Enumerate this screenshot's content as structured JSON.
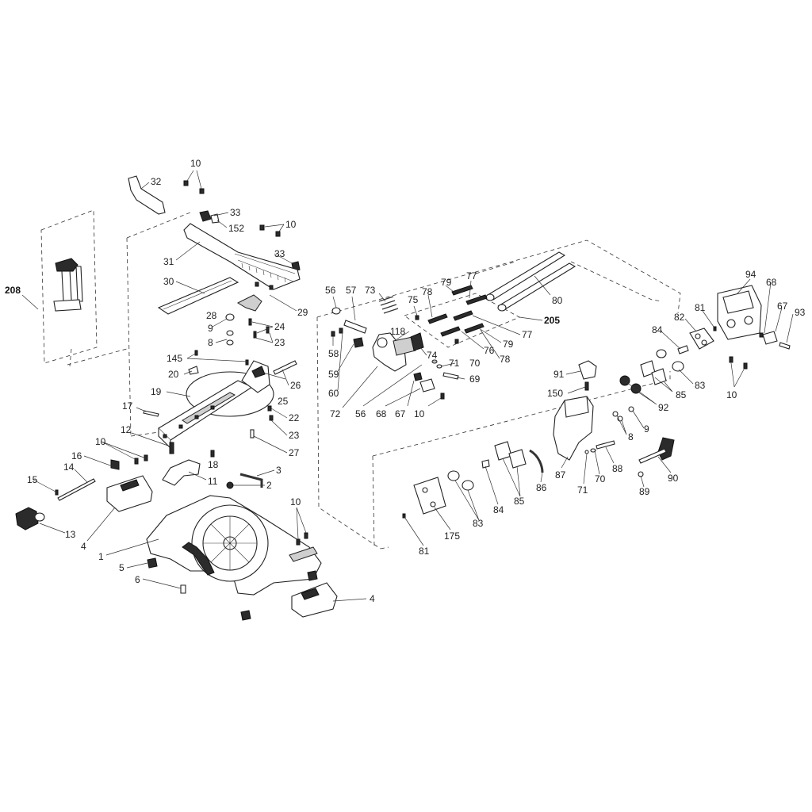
{
  "diagram": {
    "labels": [
      {
        "id": "p10a",
        "text": "10"
      },
      {
        "id": "p32",
        "text": "32"
      },
      {
        "id": "p33a",
        "text": "33"
      },
      {
        "id": "p152",
        "text": "152"
      },
      {
        "id": "p10b",
        "text": "10"
      },
      {
        "id": "p33b",
        "text": "33"
      },
      {
        "id": "p31",
        "text": "31"
      },
      {
        "id": "p30",
        "text": "30"
      },
      {
        "id": "p29",
        "text": "29"
      },
      {
        "id": "p28",
        "text": "28"
      },
      {
        "id": "p9a",
        "text": "9"
      },
      {
        "id": "p8a",
        "text": "8"
      },
      {
        "id": "p24",
        "text": "24"
      },
      {
        "id": "p23a",
        "text": "23"
      },
      {
        "id": "p145",
        "text": "145"
      },
      {
        "id": "p20",
        "text": "20"
      },
      {
        "id": "p19",
        "text": "19"
      },
      {
        "id": "p26",
        "text": "26"
      },
      {
        "id": "p25",
        "text": "25"
      },
      {
        "id": "p17",
        "text": "17"
      },
      {
        "id": "p22",
        "text": "22"
      },
      {
        "id": "p23b",
        "text": "23"
      },
      {
        "id": "p12",
        "text": "12"
      },
      {
        "id": "p27",
        "text": "27"
      },
      {
        "id": "p10c",
        "text": "10"
      },
      {
        "id": "p16",
        "text": "16"
      },
      {
        "id": "p18",
        "text": "18"
      },
      {
        "id": "p14",
        "text": "14"
      },
      {
        "id": "p11",
        "text": "11"
      },
      {
        "id": "p3",
        "text": "3"
      },
      {
        "id": "p15",
        "text": "15"
      },
      {
        "id": "p2",
        "text": "2"
      },
      {
        "id": "p13",
        "text": "13"
      },
      {
        "id": "p4a",
        "text": "4"
      },
      {
        "id": "p10d",
        "text": "10"
      },
      {
        "id": "p1",
        "text": "1"
      },
      {
        "id": "p5",
        "text": "5"
      },
      {
        "id": "p6",
        "text": "6"
      },
      {
        "id": "p4b",
        "text": "4"
      },
      {
        "id": "p208",
        "text": "208"
      },
      {
        "id": "p56a",
        "text": "56"
      },
      {
        "id": "p57",
        "text": "57"
      },
      {
        "id": "p73",
        "text": "73"
      },
      {
        "id": "p75",
        "text": "75"
      },
      {
        "id": "p78a",
        "text": "78"
      },
      {
        "id": "p79a",
        "text": "79"
      },
      {
        "id": "p77a",
        "text": "77"
      },
      {
        "id": "p80",
        "text": "80"
      },
      {
        "id": "p205",
        "text": "205"
      },
      {
        "id": "p77b",
        "text": "77"
      },
      {
        "id": "p79b",
        "text": "79"
      },
      {
        "id": "p76",
        "text": "76"
      },
      {
        "id": "p78b",
        "text": "78"
      },
      {
        "id": "p118",
        "text": "118"
      },
      {
        "id": "p74",
        "text": "74"
      },
      {
        "id": "p58",
        "text": "58"
      },
      {
        "id": "p59",
        "text": "59"
      },
      {
        "id": "p60",
        "text": "60"
      },
      {
        "id": "p71a",
        "text": "71"
      },
      {
        "id": "p70a",
        "text": "70"
      },
      {
        "id": "p69",
        "text": "69"
      },
      {
        "id": "p72",
        "text": "72"
      },
      {
        "id": "p56b",
        "text": "56"
      },
      {
        "id": "p68a",
        "text": "68"
      },
      {
        "id": "p67a",
        "text": "67"
      },
      {
        "id": "p10e",
        "text": "10"
      },
      {
        "id": "p94",
        "text": "94"
      },
      {
        "id": "p68b",
        "text": "68"
      },
      {
        "id": "p81a",
        "text": "81"
      },
      {
        "id": "p67b",
        "text": "67"
      },
      {
        "id": "p93",
        "text": "93"
      },
      {
        "id": "p82",
        "text": "82"
      },
      {
        "id": "p84a",
        "text": "84"
      },
      {
        "id": "p83a",
        "text": "83"
      },
      {
        "id": "p85a",
        "text": "85"
      },
      {
        "id": "p10f",
        "text": "10"
      },
      {
        "id": "p91",
        "text": "91"
      },
      {
        "id": "p150",
        "text": "150"
      },
      {
        "id": "p92",
        "text": "92"
      },
      {
        "id": "p8b",
        "text": "8"
      },
      {
        "id": "p9b",
        "text": "9"
      },
      {
        "id": "p87",
        "text": "87"
      },
      {
        "id": "p70b",
        "text": "70"
      },
      {
        "id": "p88",
        "text": "88"
      },
      {
        "id": "p90",
        "text": "90"
      },
      {
        "id": "p71b",
        "text": "71"
      },
      {
        "id": "p89",
        "text": "89"
      },
      {
        "id": "p86",
        "text": "86"
      },
      {
        "id": "p85b",
        "text": "85"
      },
      {
        "id": "p84b",
        "text": "84"
      },
      {
        "id": "p83b",
        "text": "83"
      },
      {
        "id": "p175",
        "text": "175"
      },
      {
        "id": "p81b",
        "text": "81"
      }
    ]
  }
}
